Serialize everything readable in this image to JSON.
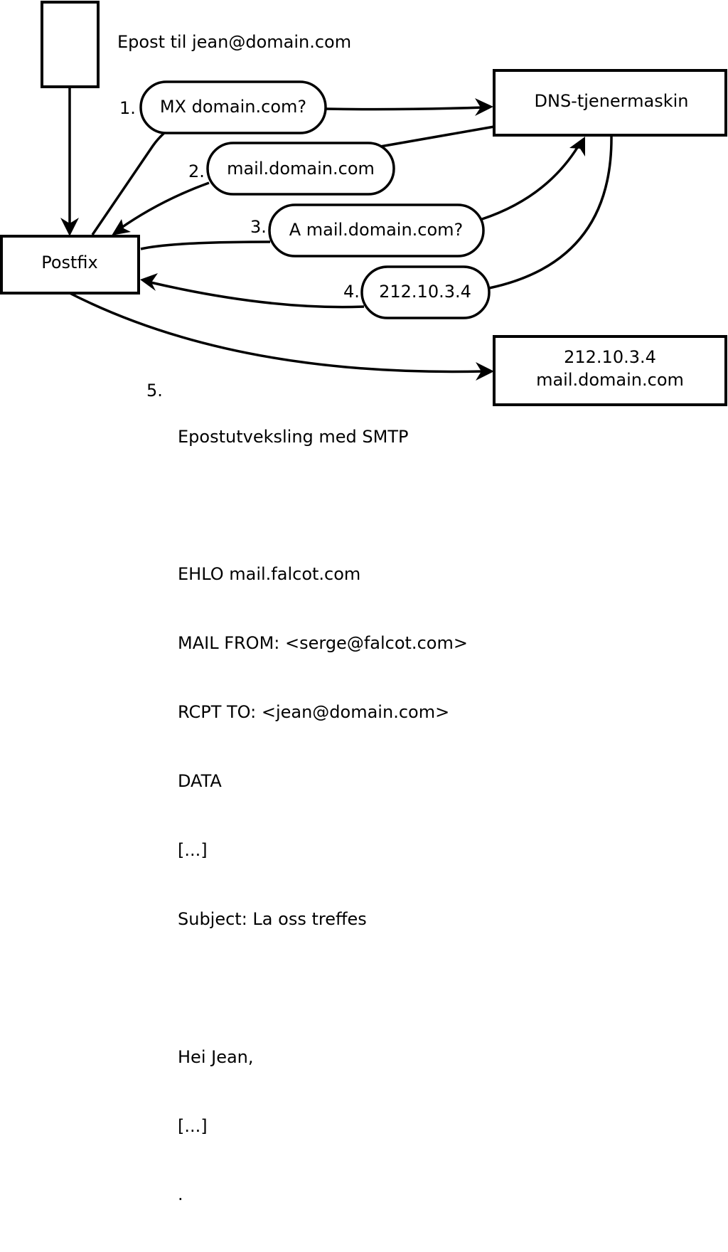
{
  "nodes": {
    "sender": "",
    "postfix": "Postfix",
    "dns": "DNS-tjenermaskin",
    "mail_server": [
      "212.10.3.4",
      "mail.domain.com"
    ]
  },
  "header_label": "Epost til jean@domain.com",
  "steps": [
    {
      "number": "1.",
      "text": "MX domain.com?"
    },
    {
      "number": "2.",
      "text": "mail.domain.com"
    },
    {
      "number": "3.",
      "text": "A mail.domain.com?"
    },
    {
      "number": "4.",
      "text": "212.10.3.4"
    }
  ],
  "smtp": {
    "number": "5.",
    "lines": [
      "Epostutveksling med SMTP",
      "",
      "EHLO mail.falcot.com",
      "MAIL FROM: <serge@falcot.com>",
      "RCPT TO: <jean@domain.com>",
      "DATA",
      "[...]",
      "Subject: La oss treffes",
      "",
      "Hei Jean,",
      "[...]",
      "."
    ]
  }
}
